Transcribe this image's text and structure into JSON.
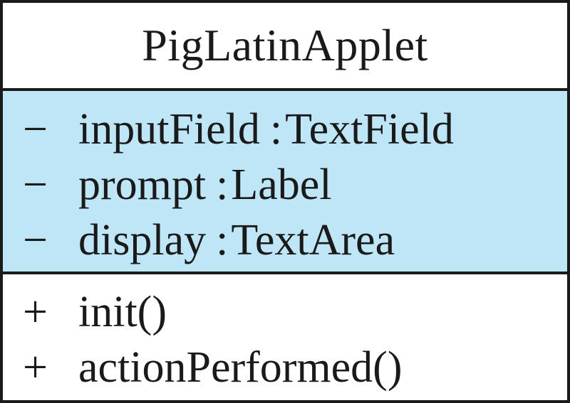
{
  "uml_class": {
    "name": "PigLatinApplet",
    "attributes": [
      {
        "visibility": "−",
        "name": "inputField",
        "separator": ":",
        "type": "TextField"
      },
      {
        "visibility": "−",
        "name": "prompt",
        "separator": ":",
        "type": "Label"
      },
      {
        "visibility": "−",
        "name": "display",
        "separator": ":",
        "type": "TextArea"
      }
    ],
    "operations": [
      {
        "visibility": "+",
        "name": "init()"
      },
      {
        "visibility": "+",
        "name": "actionPerformed()"
      }
    ]
  },
  "colors": {
    "attributes_background": "#bfe6f7",
    "border": "#1a1a1a",
    "text": "#1a1a1a",
    "background": "#ffffff"
  }
}
